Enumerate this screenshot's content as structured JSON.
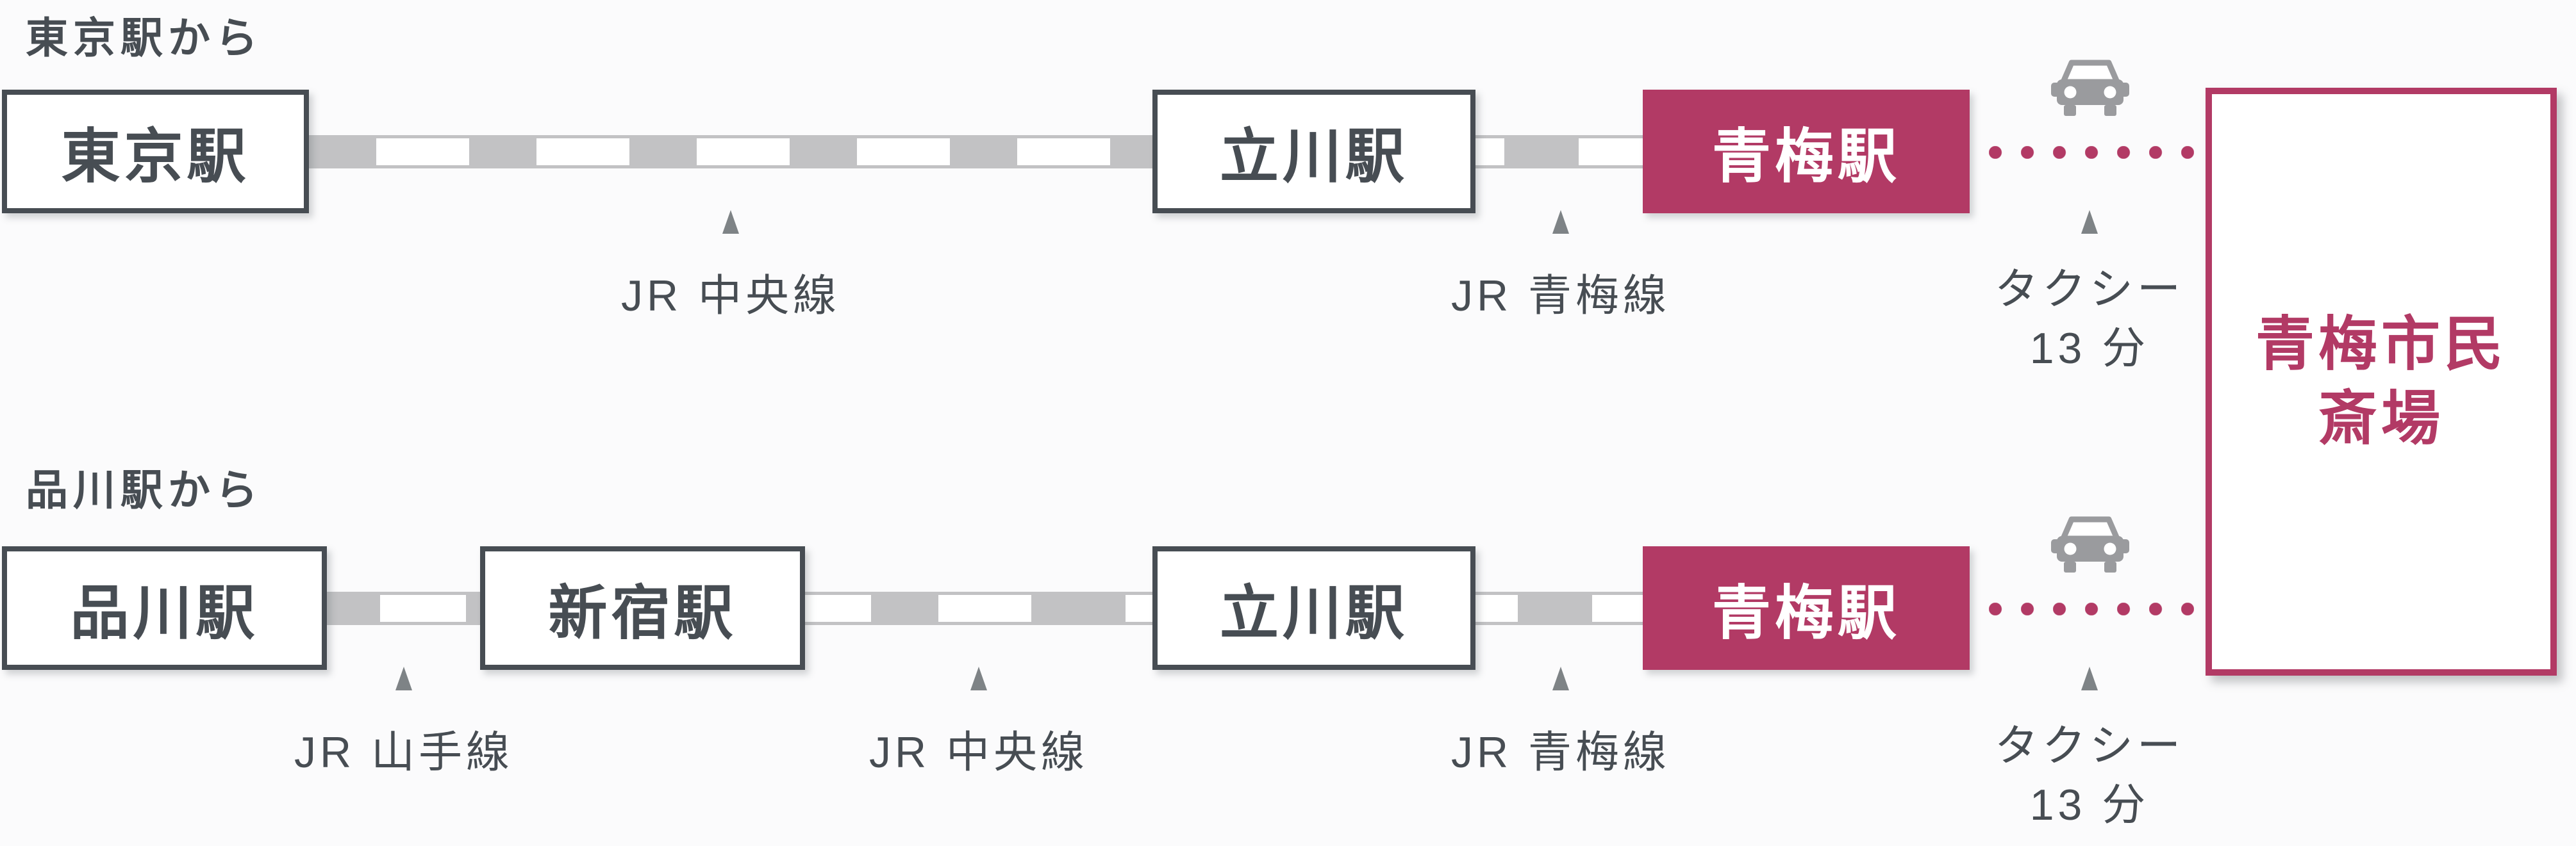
{
  "colors": {
    "bg": "#fbfbfc",
    "ink": "#474d53",
    "rail": "#c2c2c4",
    "magenta": "#b23a65",
    "arrow": "#7e8386",
    "icon": "#9a9b9e"
  },
  "icons": {
    "taxi_icon": "car-front",
    "transfer_marker": "up-triangle",
    "taxi_route": "dotted-line"
  },
  "routes": [
    {
      "title": "東京駅から",
      "stations": [
        {
          "name": "東京駅",
          "style": "outline"
        },
        {
          "name": "立川駅",
          "style": "outline"
        },
        {
          "name": "青梅駅",
          "style": "filled"
        }
      ],
      "lines": [
        {
          "label": "JR 中央線"
        },
        {
          "label": "JR 青梅線"
        }
      ],
      "taxi": {
        "mode": "タクシー",
        "duration": "13 分"
      }
    },
    {
      "title": "品川駅から",
      "stations": [
        {
          "name": "品川駅",
          "style": "outline"
        },
        {
          "name": "新宿駅",
          "style": "outline"
        },
        {
          "name": "立川駅",
          "style": "outline"
        },
        {
          "name": "青梅駅",
          "style": "filled"
        }
      ],
      "lines": [
        {
          "label": "JR 山手線"
        },
        {
          "label": "JR 中央線"
        },
        {
          "label": "JR 青梅線"
        }
      ],
      "taxi": {
        "mode": "タクシー",
        "duration": "13 分"
      }
    }
  ],
  "destination": {
    "name_line1": "青梅市民",
    "name_line2": "斎場"
  }
}
